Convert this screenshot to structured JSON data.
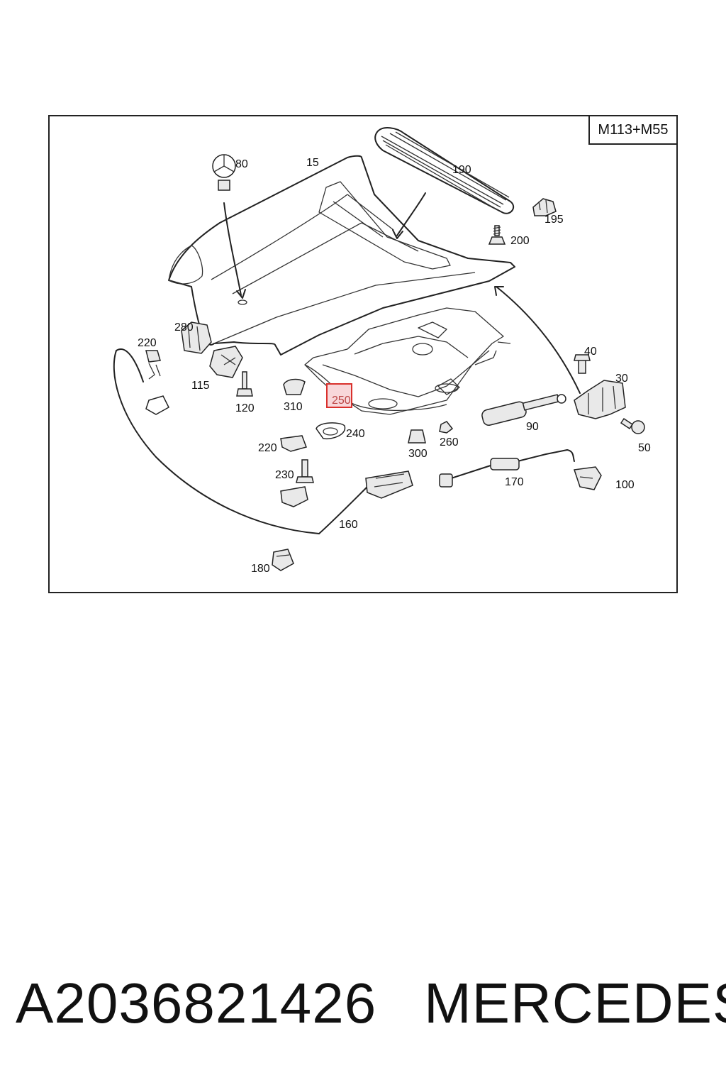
{
  "diagram": {
    "variant": "M113+M55",
    "callouts": [
      {
        "id": "80",
        "text": "80"
      },
      {
        "id": "15",
        "text": "15"
      },
      {
        "id": "190",
        "text": "190"
      },
      {
        "id": "195",
        "text": "195"
      },
      {
        "id": "200",
        "text": "200"
      },
      {
        "id": "280",
        "text": "280"
      },
      {
        "id": "220a",
        "text": "220"
      },
      {
        "id": "115",
        "text": "115"
      },
      {
        "id": "120",
        "text": "120"
      },
      {
        "id": "310",
        "text": "310"
      },
      {
        "id": "250",
        "text": "250",
        "highlighted": true
      },
      {
        "id": "40",
        "text": "40"
      },
      {
        "id": "30",
        "text": "30"
      },
      {
        "id": "90",
        "text": "90"
      },
      {
        "id": "50",
        "text": "50"
      },
      {
        "id": "240",
        "text": "240"
      },
      {
        "id": "220b",
        "text": "220"
      },
      {
        "id": "300",
        "text": "300"
      },
      {
        "id": "260",
        "text": "260"
      },
      {
        "id": "230",
        "text": "230"
      },
      {
        "id": "170",
        "text": "170"
      },
      {
        "id": "100",
        "text": "100"
      },
      {
        "id": "160",
        "text": "160"
      },
      {
        "id": "180",
        "text": "180"
      }
    ],
    "highlight_color": "#d9302c"
  },
  "footer": {
    "part_number": "A2036821426",
    "brand": "MERCEDES"
  }
}
